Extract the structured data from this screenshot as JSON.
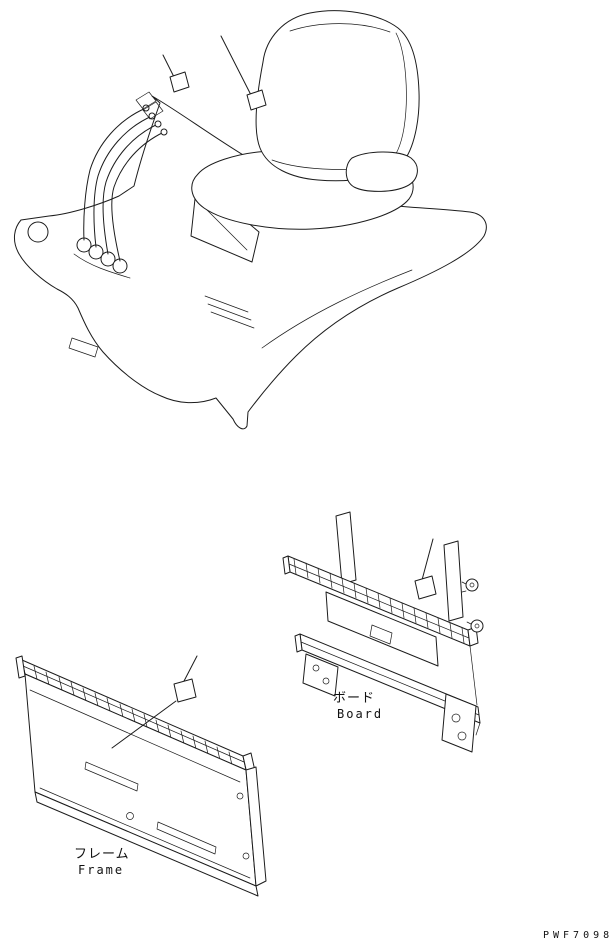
{
  "page": {
    "background_color": "#ffffff",
    "line_color": "#1c1c1c",
    "type": "parts-catalog-line-drawing"
  },
  "drawing_code": {
    "value": "PWF7098"
  },
  "labels": {
    "frame": {
      "jp": "フレーム",
      "en": "Frame"
    },
    "board": {
      "jp": "ボード",
      "en": "Board"
    }
  },
  "figures": {
    "seat_assembly": {
      "name": "operator-seat-and-fender-assembly",
      "callout_tags": 2
    },
    "board": {
      "name": "board-carriage",
      "callout_tags": 1
    },
    "frame": {
      "name": "frame-panel",
      "callout_tags": 1
    }
  }
}
